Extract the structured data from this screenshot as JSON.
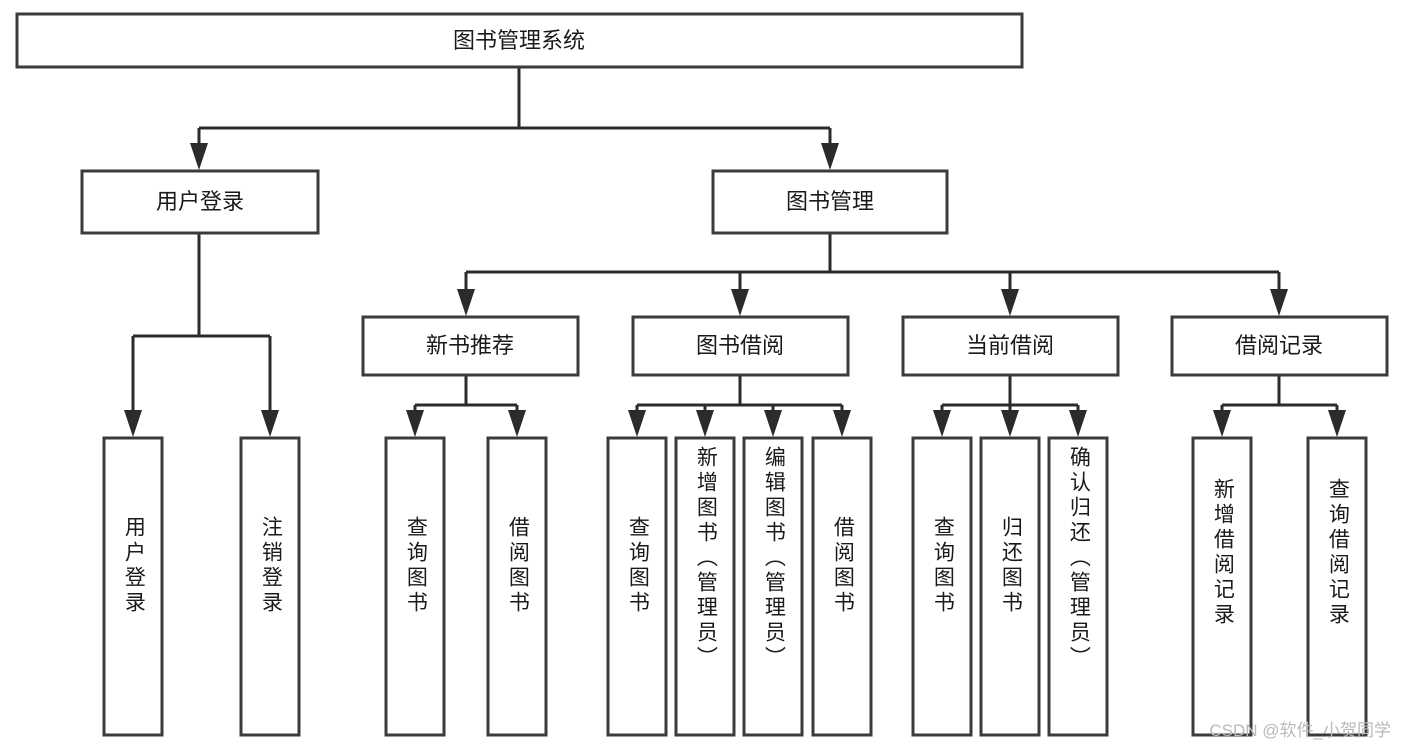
{
  "diagram": {
    "type": "tree",
    "title": "图书管理系统",
    "orientation": "top-down",
    "colors": {
      "box_stroke": "#3b3b3b",
      "box_fill": "#ffffff",
      "connector": "#2b2b2b",
      "text": "#1a1a1a",
      "background": "#ffffff",
      "watermark": "#b9b9b9"
    },
    "root": {
      "label": "图书管理系统"
    },
    "level2": [
      {
        "id": "user-login",
        "label": "用户登录"
      },
      {
        "id": "book-manage",
        "label": "图书管理"
      }
    ],
    "level3": [
      {
        "id": "new-book-rec",
        "label": "新书推荐"
      },
      {
        "id": "book-borrow",
        "label": "图书借阅"
      },
      {
        "id": "current-borrow",
        "label": "当前借阅"
      },
      {
        "id": "borrow-record",
        "label": "借阅记录"
      }
    ],
    "leaves": {
      "user-login": [
        {
          "id": "leaf-user-login",
          "label": "用户登录"
        },
        {
          "id": "leaf-user-logout",
          "label": "注销登录"
        }
      ],
      "new-book-rec": [
        {
          "id": "leaf-query-book-1",
          "label": "查询图书"
        },
        {
          "id": "leaf-borrow-book-1",
          "label": "借阅图书"
        }
      ],
      "book-borrow": [
        {
          "id": "leaf-query-book-2",
          "label": "查询图书"
        },
        {
          "id": "leaf-add-book",
          "label": "新增图书（管理员）"
        },
        {
          "id": "leaf-edit-book",
          "label": "编辑图书（管理员）"
        },
        {
          "id": "leaf-borrow-book-2",
          "label": "借阅图书"
        }
      ],
      "current-borrow": [
        {
          "id": "leaf-query-book-3",
          "label": "查询图书"
        },
        {
          "id": "leaf-return-book",
          "label": "归还图书"
        },
        {
          "id": "leaf-confirm-return",
          "label": "确认归还（管理员）"
        }
      ],
      "borrow-record": [
        {
          "id": "leaf-add-record",
          "label": "新增借阅记录"
        },
        {
          "id": "leaf-query-record",
          "label": "查询借阅记录"
        }
      ]
    }
  },
  "watermark": {
    "text": "CSDN @软件_小贺同学"
  }
}
